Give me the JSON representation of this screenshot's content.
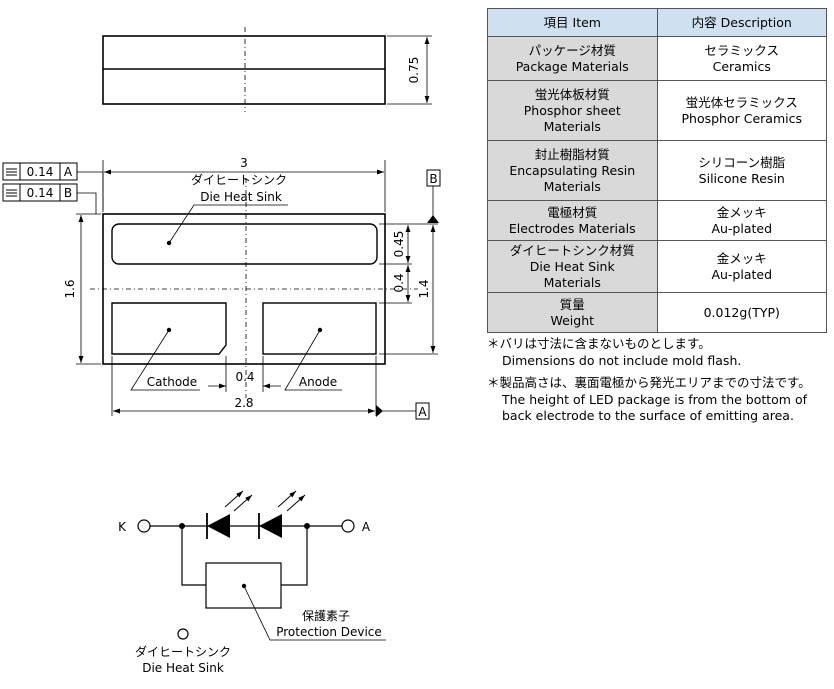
{
  "table": {
    "header": {
      "item": "項目 Item",
      "description": "内容 Description"
    },
    "rows": [
      {
        "label": [
          "パッケージ材質",
          "Package Materials"
        ],
        "value": [
          "セラミックス",
          "Ceramics"
        ]
      },
      {
        "label": [
          "蛍光体板材質",
          "Phosphor sheet",
          "Materials"
        ],
        "value": [
          "蛍光体セラミックス",
          "Phosphor Ceramics"
        ]
      },
      {
        "label": [
          "封止樹脂材質",
          "Encapsulating Resin",
          "Materials"
        ],
        "value": [
          "シリコーン樹脂",
          "Silicone Resin"
        ]
      },
      {
        "label": [
          "電極材質",
          "Electrodes Materials"
        ],
        "value": [
          "金メッキ",
          "Au-plated"
        ]
      },
      {
        "label": [
          "ダイヒートシンク材質",
          "Die Heat Sink",
          "Materials"
        ],
        "value": [
          "金メッキ",
          "Au-plated"
        ]
      },
      {
        "label": [
          "質量",
          "Weight"
        ],
        "value": [
          "0.012g(TYP)"
        ]
      }
    ]
  },
  "notes": [
    "＊バリは寸法に含まないものとします。",
    "Dimensions do not include mold flash.",
    "＊製品高さは、裏面電極から発光エリアまでの寸法です。",
    "The height of LED package is from the bottom of",
    "back electrode to the surface of emitting area."
  ],
  "dimensions": {
    "height": "0.75",
    "width_top": "3",
    "height_left": "1.6",
    "width_bottom": "2.8",
    "gap_between_pads": "0.4",
    "upper_pad_height": "0.45",
    "middle_gap": "0.4",
    "right_overall": "1.4"
  },
  "tolerances": [
    {
      "value": "0.14",
      "datum": "A"
    },
    {
      "value": "0.14",
      "datum": "B"
    }
  ],
  "datums": {
    "right": "B",
    "bottom": "A"
  },
  "labels": {
    "die_heat_sink_jp": "ダイヒートシンク",
    "die_heat_sink_en": "Die Heat Sink",
    "cathode": "Cathode",
    "anode": "Anode"
  },
  "schematic": {
    "terminal_k": "K",
    "terminal_a": "A",
    "protection_jp": "保護素子",
    "protection_en": "Protection Device",
    "heat_sink_jp": "ダイヒートシンク",
    "heat_sink_en": "Die Heat Sink"
  }
}
